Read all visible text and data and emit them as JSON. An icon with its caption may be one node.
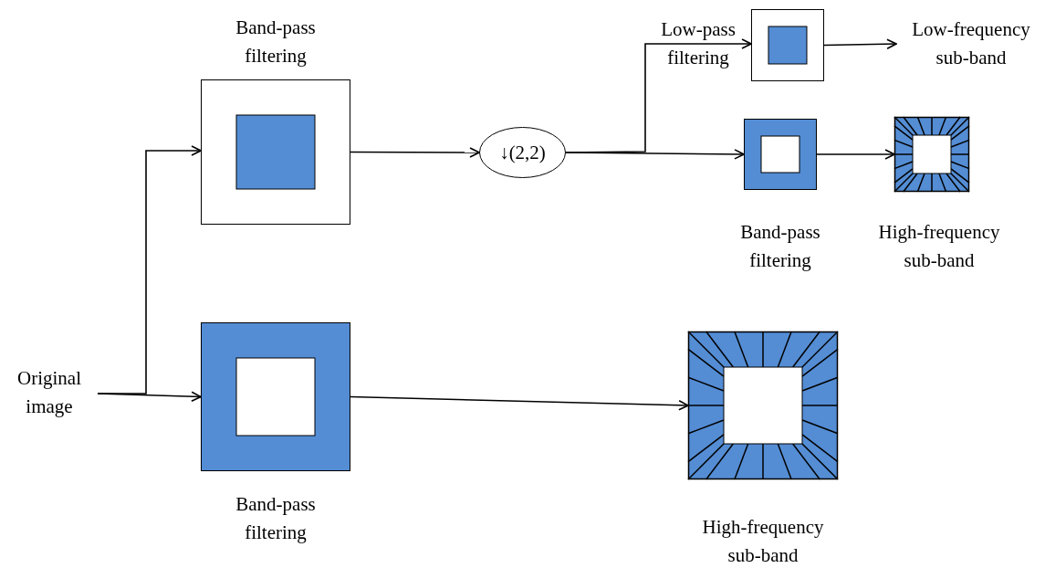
{
  "diagram": {
    "nodes": [
      {
        "text": [
          "Original image"
        ]
      },
      {
        "text": [
          "Band-pass filtering"
        ]
      },
      {
        "text": [
          "Band-pass filtering"
        ]
      },
      {
        "text": [
          "↓(2,2)"
        ]
      },
      {
        "text": [
          "Low-pass filtering"
        ]
      },
      {
        "text": [
          "Band-pass filtering"
        ]
      },
      {
        "text": [
          "Low-frequency sub-band"
        ]
      },
      {
        "text": [
          "High-frequency sub-band"
        ]
      },
      {
        "text": [
          "High-frequency sub-band"
        ]
      }
    ],
    "edges": [
      {
        "from": 0,
        "to": 1,
        "arrow": "to"
      },
      {
        "from": 0,
        "to": 2,
        "arrow": "to"
      },
      {
        "from": 1,
        "to": 3,
        "arrow": "to"
      },
      {
        "from": 3,
        "to": 4,
        "arrow": "to"
      },
      {
        "from": 3,
        "to": 5,
        "arrow": "to"
      },
      {
        "from": 4,
        "to": 6,
        "arrow": "to"
      },
      {
        "from": 5,
        "to": 7,
        "arrow": "to"
      },
      {
        "from": 2,
        "to": 8,
        "arrow": "to"
      }
    ]
  }
}
